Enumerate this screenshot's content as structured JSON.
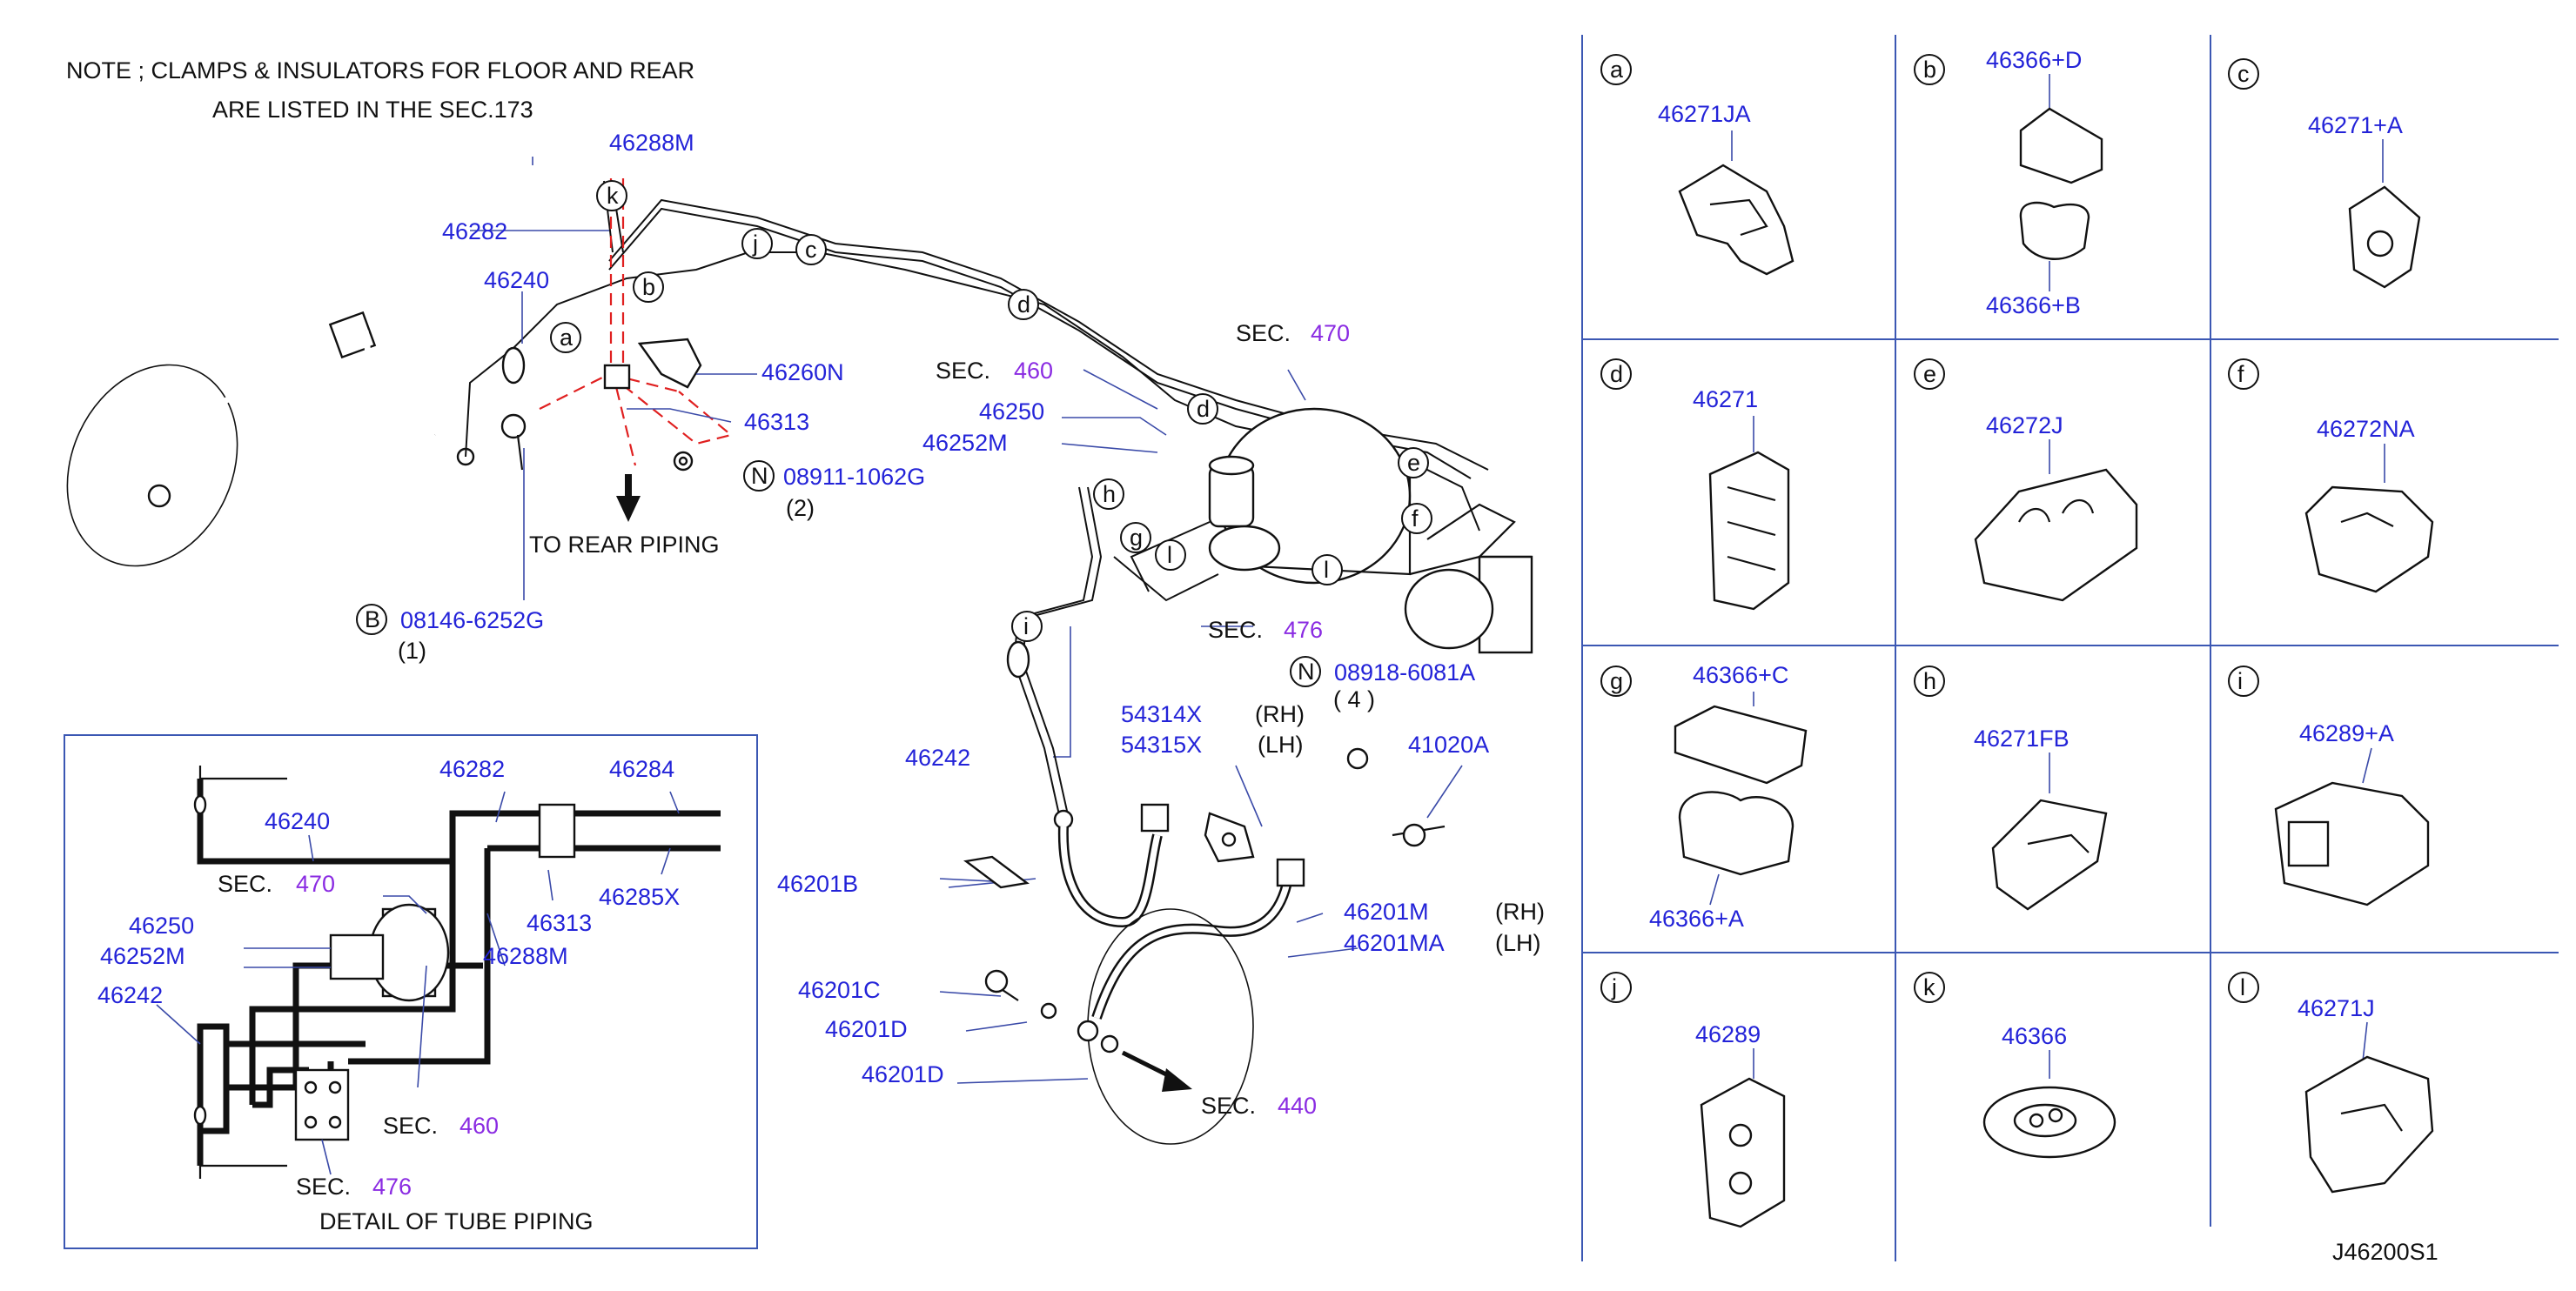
{
  "note": {
    "line1": "NOTE  ;  CLAMPS  &  INSULATORS  FOR  FLOOR  AND  REAR",
    "line2": "ARE  LISTED  IN  THE  SEC.173"
  },
  "main_labels": {
    "p46288M": "46288M",
    "p46282": "46282",
    "p46240": "46240",
    "p46260N": "46260N",
    "p46313": "46313",
    "p08911": "08911-1062G",
    "p08911_qty": "(2)",
    "to_rear": "TO  REAR  PIPING",
    "p08146": "08146-6252G",
    "p08146_qty": "(1)",
    "sec460_prefix": "SEC.",
    "sec460_num": "460",
    "sec470_prefix": "SEC.",
    "sec470_num": "470",
    "p46250": "46250",
    "p46252M": "46252M",
    "sec476_prefix": "SEC.",
    "sec476_num": "476",
    "p08918": "08918-6081A",
    "p08918_qty": "( 4  )",
    "p54314X": "54314X",
    "p54315X": "54315X",
    "rh1": "(RH)",
    "lh1": "(LH)",
    "p41020A": "41020A",
    "p46242": "46242",
    "p46201B": "46201B",
    "p46201M": "46201M",
    "p46201MA": "46201MA",
    "rh2": "(RH)",
    "lh2": "(LH)",
    "p46201C": "46201C",
    "p46201D_1": "46201D",
    "p46201D_2": "46201D",
    "sec440_prefix": "SEC.",
    "sec440_num": "440"
  },
  "callouts": {
    "a": "a",
    "b": "b",
    "c": "c",
    "d": "d",
    "e": "e",
    "f": "f",
    "g": "g",
    "h": "h",
    "i": "i",
    "j": "j",
    "k": "k",
    "l": "l",
    "B": "B",
    "N1": "N",
    "N2": "N"
  },
  "detail": {
    "title": "DETAIL  OF  TUBE  PIPING",
    "p46282": "46282",
    "p46284": "46284",
    "p46240": "46240",
    "sec470_prefix": "SEC.",
    "sec470_num": "470",
    "p46313": "46313",
    "p46285X": "46285X",
    "p46250": "46250",
    "p46252M": "46252M",
    "p46288M": "46288M",
    "p46242": "46242",
    "sec460_prefix": "SEC.",
    "sec460_num": "460",
    "sec476_prefix": "SEC.",
    "sec476_num": "476"
  },
  "parts_grid": [
    {
      "letter": "a",
      "parts": [
        "46271JA"
      ]
    },
    {
      "letter": "b",
      "parts": [
        "46366+D",
        "46366+B"
      ]
    },
    {
      "letter": "c",
      "parts": [
        "46271+A"
      ]
    },
    {
      "letter": "d",
      "parts": [
        "46271"
      ]
    },
    {
      "letter": "e",
      "parts": [
        "46272J"
      ]
    },
    {
      "letter": "f",
      "parts": [
        "46272NA"
      ]
    },
    {
      "letter": "g",
      "parts": [
        "46366+C",
        "46366+A"
      ]
    },
    {
      "letter": "h",
      "parts": [
        "46271FB"
      ]
    },
    {
      "letter": "i",
      "parts": [
        "46289+A"
      ]
    },
    {
      "letter": "j",
      "parts": [
        "46289"
      ]
    },
    {
      "letter": "k",
      "parts": [
        "46366"
      ]
    },
    {
      "letter": "l",
      "parts": [
        "46271J"
      ]
    }
  ],
  "drawing_code": "J46200S1",
  "colors": {
    "label_blue": "#2323d8",
    "section_purple": "#8a2be2",
    "guide_red": "#e02020",
    "grid_blue": "#3b57b3",
    "ink": "#111111"
  }
}
